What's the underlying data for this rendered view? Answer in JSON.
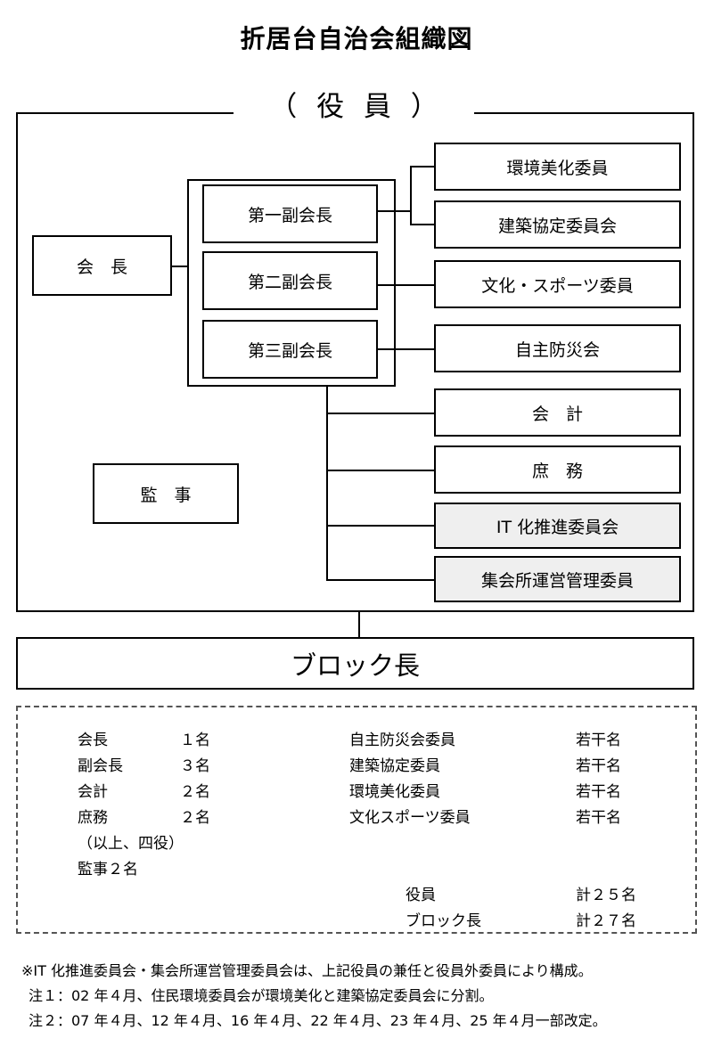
{
  "title": "折居台自治会組織図",
  "officers_label": "（ 役 員 ）",
  "chart": {
    "president": "会　長",
    "auditor": "監　事",
    "vice_presidents": [
      "第一副会長",
      "第二副会長",
      "第三副会長"
    ],
    "committees": [
      "環境美化委員",
      "建築協定委員会",
      "文化・スポーツ委員",
      "自主防災会",
      "会　計",
      "庶　務",
      "IT 化推進委員会",
      "集会所運営管理委員"
    ],
    "block_leader": "ブロック長"
  },
  "summary": {
    "left": [
      {
        "role": "会長",
        "count": "１名"
      },
      {
        "role": "副会長",
        "count": "３名"
      },
      {
        "role": "会計",
        "count": "２名"
      },
      {
        "role": "庶務",
        "count": "２名"
      }
    ],
    "left_note": "（以上、四役）",
    "auditor_line": "監事２名",
    "right": [
      {
        "role": "自主防災会委員",
        "count": "若干名"
      },
      {
        "role": "建築協定委員",
        "count": "若干名"
      },
      {
        "role": "環境美化委員",
        "count": "若干名"
      },
      {
        "role": "文化スポーツ委員",
        "count": "若干名"
      }
    ],
    "totals": [
      {
        "label": "役員",
        "value": "計２５名"
      },
      {
        "label": "ブロック長",
        "value": "計２７名"
      }
    ]
  },
  "notes": [
    "※IT 化推進委員会・集会所運営管理委員会は、上記役員の兼任と役員外委員により構成。",
    "注１：02 年４月、住民環境委員会が環境美化と建築協定委員会に分割。",
    "注２：07 年４月、12 年４月、16 年４月、22 年４月、23 年４月、25 年４月一部改定。"
  ]
}
